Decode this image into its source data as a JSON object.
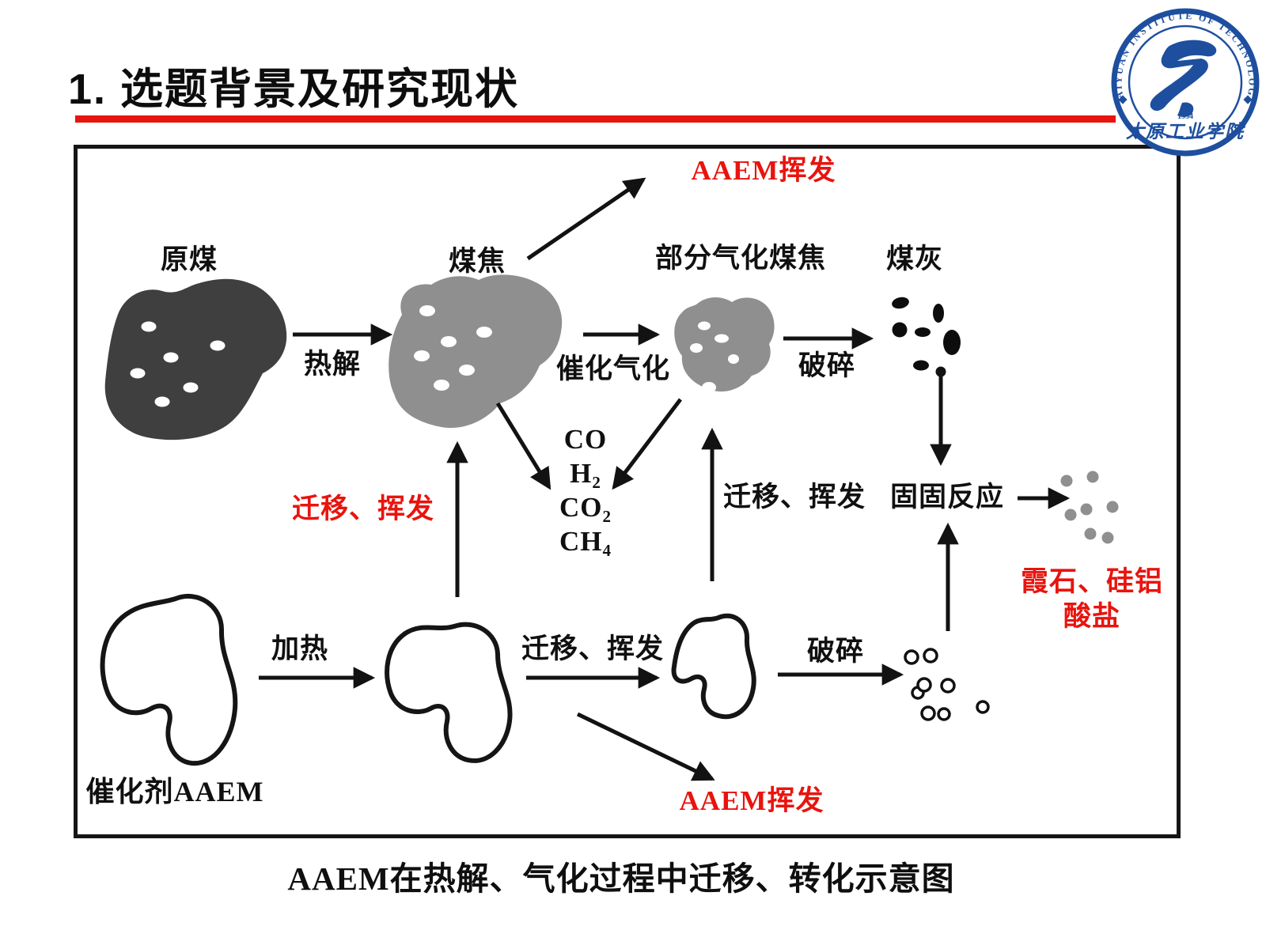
{
  "slide": {
    "title": "1. 选题背景及研究现状",
    "caption": "AAEM在热解、气化过程中迁移、转化示意图"
  },
  "logo": {
    "ring_text": "TAIYUAN INSTITUTE OF TECHNOLOGY",
    "year": "1954",
    "calligraphy": "太原工业学院"
  },
  "diagram": {
    "node_raw_coal": "原煤",
    "node_char": "煤焦",
    "node_partial_char": "部分气化煤焦",
    "node_ash": "煤灰",
    "node_catalyst": "催化剂AAEM",
    "label_pyrolysis": "热解",
    "label_catalytic_gasification": "催化气化",
    "label_crush_top": "破碎",
    "label_crush_bottom": "破碎",
    "label_heating": "加热",
    "label_migration_left": "迁移、挥发",
    "label_migration_right": "迁移、挥发",
    "label_migration_bottom": "迁移、挥发",
    "label_solid_solid_reaction": "固固反应",
    "label_aaem_volatilize_top": "AAEM挥发",
    "label_aaem_volatilize_bottom": "AAEM挥发",
    "label_product_line1": "霞石、硅铝",
    "label_product_line2": "酸盐",
    "gases": [
      "CO",
      "H₂",
      "CO₂",
      "CH₄"
    ]
  },
  "colors": {
    "red": "#e8140e",
    "dark_blob": "#3f3f3f",
    "gray_blob": "#8f8f8f",
    "logo_blue": "#1e4f9f"
  }
}
